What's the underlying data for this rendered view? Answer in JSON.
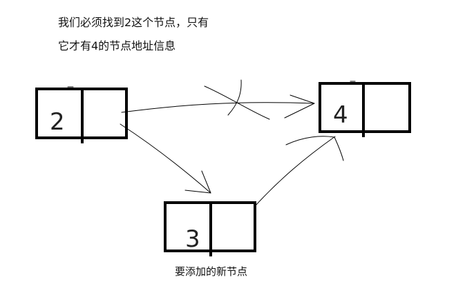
{
  "annotation": {
    "line_1": "我们必须找到2这个节点，只有",
    "line_2": "它才有4的节点地址信息"
  },
  "nodes": [
    {
      "id": "node-2",
      "value": "2"
    },
    {
      "id": "node-4",
      "value": "4"
    },
    {
      "id": "node-3",
      "value": "3"
    }
  ],
  "new_node_label": "要添加的新节点",
  "colors": {
    "ink": "#000000",
    "background": "#ffffff"
  }
}
